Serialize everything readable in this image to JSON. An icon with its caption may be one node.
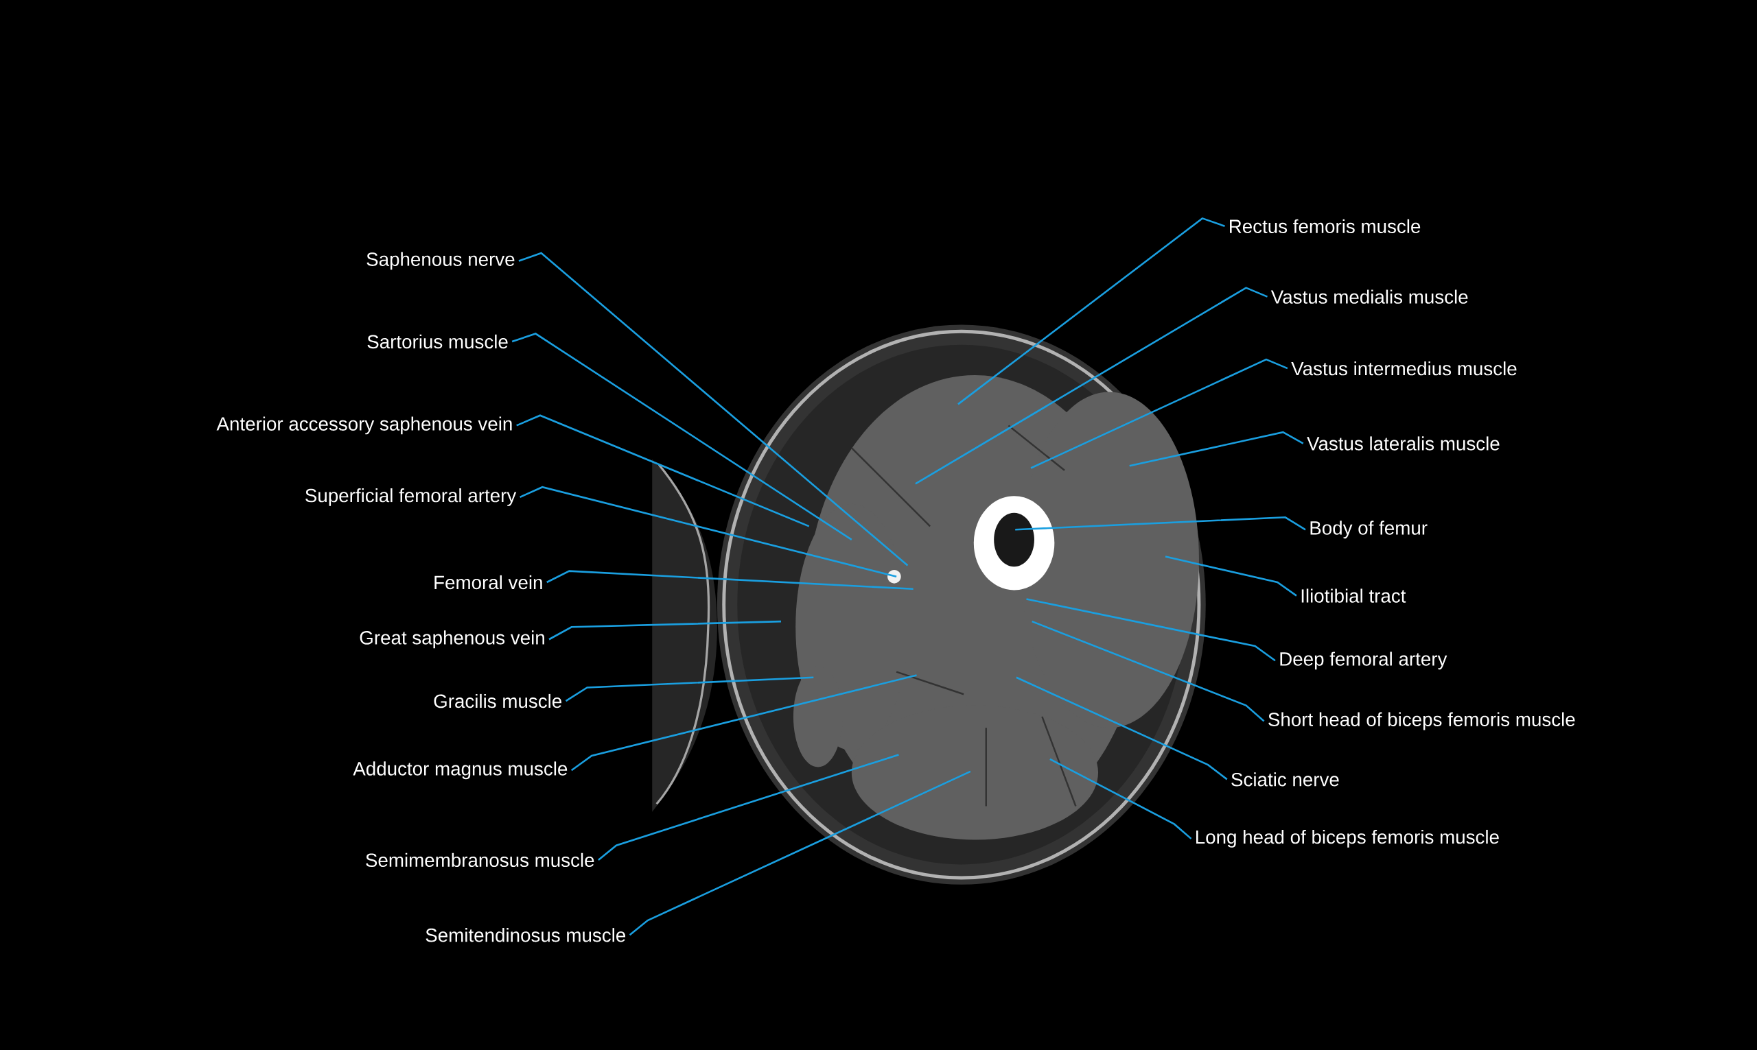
{
  "diagram": {
    "nodes": [
      {
        "text": [
          "Saphenous nerve"
        ]
      },
      {
        "text": [
          "Sartorius muscle"
        ]
      },
      {
        "text": [
          "Anterior accessory saphenous vein"
        ]
      },
      {
        "text": [
          "Superficial femoral artery"
        ]
      },
      {
        "text": [
          "Femoral vein"
        ]
      },
      {
        "text": [
          "Great saphenous vein"
        ]
      },
      {
        "text": [
          "Gracilis muscle"
        ]
      },
      {
        "text": [
          "Adductor magnus muscle"
        ]
      },
      {
        "text": [
          "Semimembranosus muscle"
        ]
      },
      {
        "text": [
          "Semitendinosus muscle"
        ]
      },
      {
        "text": [
          "Rectus femoris muscle"
        ]
      },
      {
        "text": [
          "Vastus medialis muscle"
        ]
      },
      {
        "text": [
          "Vastus intermedius muscle"
        ]
      },
      {
        "text": [
          "Vastus lateralis muscle"
        ]
      },
      {
        "text": [
          "Body of femur"
        ]
      },
      {
        "text": [
          "Iliotibial tract"
        ]
      },
      {
        "text": [
          "Deep femoral artery"
        ]
      },
      {
        "text": [
          "Short head of biceps femoris muscle"
        ]
      },
      {
        "text": [
          "Sciatic nerve"
        ]
      },
      {
        "text": [
          "Long head of biceps femoris muscle"
        ]
      }
    ],
    "edges": [
      {
        "from": 0,
        "to": null,
        "arrow": "none"
      },
      {
        "from": 1,
        "to": null,
        "arrow": "none"
      },
      {
        "from": 2,
        "to": null,
        "arrow": "none"
      },
      {
        "from": 3,
        "to": null,
        "arrow": "none"
      },
      {
        "from": 4,
        "to": null,
        "arrow": "none"
      },
      {
        "from": 5,
        "to": null,
        "arrow": "none"
      },
      {
        "from": 6,
        "to": null,
        "arrow": "none"
      },
      {
        "from": 7,
        "to": null,
        "arrow": "none"
      },
      {
        "from": 8,
        "to": null,
        "arrow": "none"
      },
      {
        "from": 9,
        "to": null,
        "arrow": "none"
      },
      {
        "from": 10,
        "to": null,
        "arrow": "none"
      },
      {
        "from": 11,
        "to": null,
        "arrow": "none"
      },
      {
        "from": 12,
        "to": null,
        "arrow": "none"
      },
      {
        "from": 13,
        "to": null,
        "arrow": "none"
      },
      {
        "from": 14,
        "to": null,
        "arrow": "none"
      },
      {
        "from": 15,
        "to": null,
        "arrow": "none"
      },
      {
        "from": 16,
        "to": null,
        "arrow": "none"
      },
      {
        "from": 17,
        "to": null,
        "arrow": "none"
      },
      {
        "from": 18,
        "to": null,
        "arrow": "none"
      },
      {
        "from": 19,
        "to": null,
        "arrow": "none"
      }
    ]
  }
}
